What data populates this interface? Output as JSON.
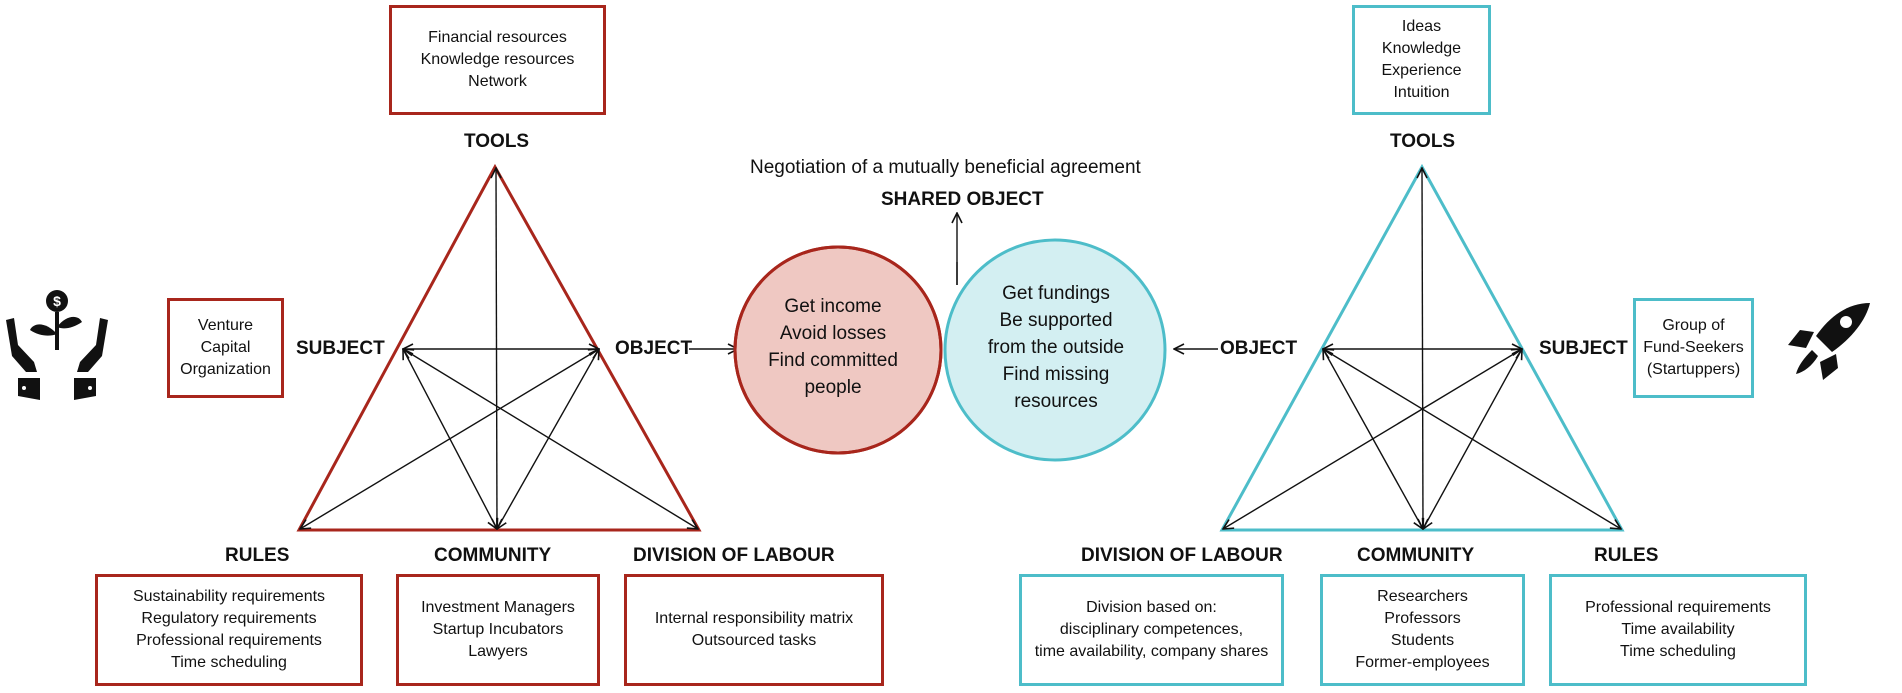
{
  "colors": {
    "left_accent": "#a8261c",
    "right_accent": "#4dbdc9",
    "left_fill": "#efc8c2",
    "right_fill": "#d3eff2",
    "overlap_fill": "#c6c6c6"
  },
  "left": {
    "tools_box": [
      "Financial resources",
      "Knowledge resources",
      "Network"
    ],
    "tools_label": "TOOLS",
    "subject_box": [
      "Venture",
      "Capital",
      "Organization"
    ],
    "subject_label": "SUBJECT",
    "object_label": "OBJECT",
    "rules_label": "RULES",
    "community_label": "COMMUNITY",
    "division_label": "DIVISION OF LABOUR",
    "rules_box": [
      "Sustainability requirements",
      "Regulatory requirements",
      "Professional requirements",
      "Time scheduling"
    ],
    "community_box": [
      "Investment Managers",
      "Startup Incubators",
      "Lawyers"
    ],
    "division_box": [
      "Internal responsibility matrix",
      "Outsourced tasks"
    ],
    "icon": "hands-money-plant-icon"
  },
  "center": {
    "caption": "Negotiation of a mutually beneficial agreement",
    "shared_label": "SHARED OBJECT",
    "left_circle": [
      "Get income",
      "Avoid losses",
      "Find committed",
      "people"
    ],
    "right_circle": [
      "Get fundings",
      "Be supported",
      "from the outside",
      "Find missing",
      "resources"
    ]
  },
  "right": {
    "tools_box": [
      "Ideas",
      "Knowledge",
      "Experience",
      "Intuition"
    ],
    "tools_label": "TOOLS",
    "subject_box": [
      "Group of",
      "Fund-Seekers",
      "(Startuppers)"
    ],
    "subject_label": "SUBJECT",
    "object_label": "OBJECT",
    "division_label": "DIVISION OF LABOUR",
    "community_label": "COMMUNITY",
    "rules_label": "RULES",
    "division_box": [
      "Division based on:",
      "disciplinary competences,",
      "time availability, company shares"
    ],
    "community_box": [
      "Researchers",
      "Professors",
      "Students",
      "Former-employees"
    ],
    "rules_box": [
      "Professional requirements",
      "Time availability",
      "Time scheduling"
    ],
    "icon": "rocket-icon"
  }
}
